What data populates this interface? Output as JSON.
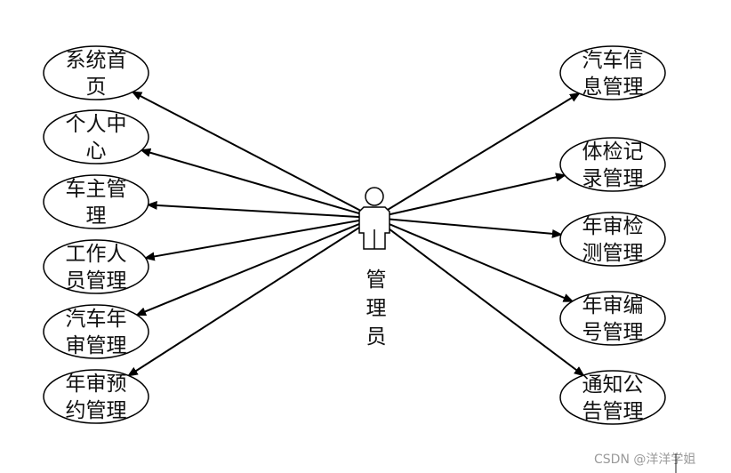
{
  "diagram": {
    "actor": {
      "name": "管理员",
      "lines": [
        "管",
        "理",
        "员"
      ]
    },
    "left_nodes": [
      {
        "id": "home",
        "lines": [
          "系统首",
          "页"
        ]
      },
      {
        "id": "profile",
        "lines": [
          "个人中",
          "心"
        ]
      },
      {
        "id": "owner",
        "lines": [
          "车主管",
          "理"
        ]
      },
      {
        "id": "staff",
        "lines": [
          "工作人",
          "员管理"
        ]
      },
      {
        "id": "annual-review",
        "lines": [
          "汽车年",
          "审管理"
        ]
      },
      {
        "id": "appointment",
        "lines": [
          "年审预",
          "约管理"
        ]
      }
    ],
    "right_nodes": [
      {
        "id": "car-info",
        "lines": [
          "汽车信",
          "息管理"
        ]
      },
      {
        "id": "inspection-record",
        "lines": [
          "体检记",
          "录管理"
        ]
      },
      {
        "id": "annual-inspection",
        "lines": [
          "年审检",
          "测管理"
        ]
      },
      {
        "id": "annual-number",
        "lines": [
          "年审编",
          "号管理"
        ]
      },
      {
        "id": "notice",
        "lines": [
          "通知公",
          "告管理"
        ]
      }
    ],
    "colors": {
      "stroke": "#000000",
      "text": "#111111",
      "watermark": "#9a9a9a"
    }
  },
  "watermark": "CSDN @洋洋学姐"
}
